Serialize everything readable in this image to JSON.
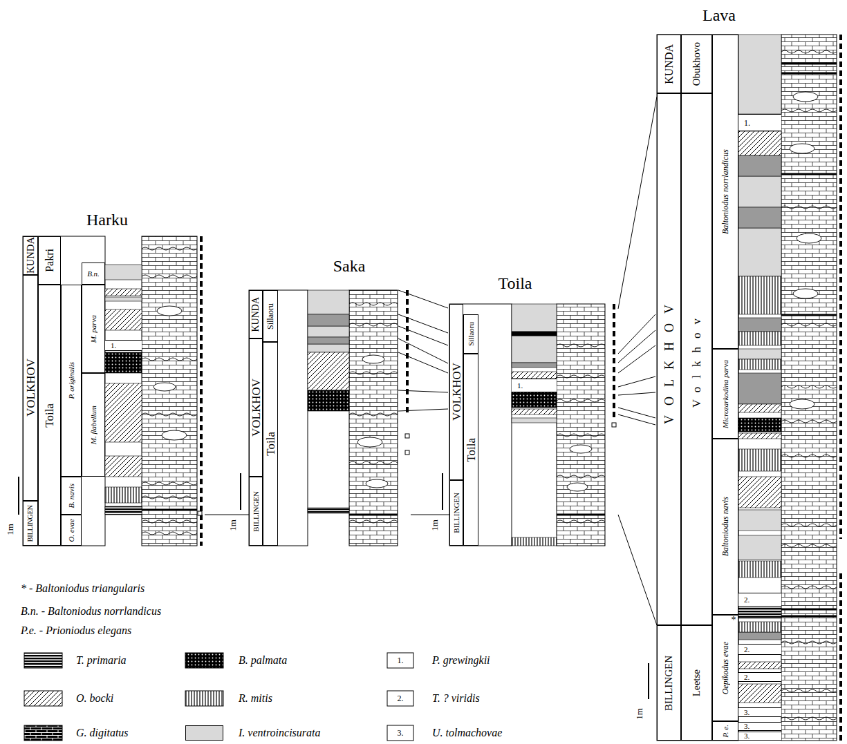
{
  "diagram": {
    "nodes": [
      {
        "text": [
          "KUNDA"
        ]
      },
      {
        "text": [
          "VOLKHOV"
        ]
      },
      {
        "text": [
          "BILLINGEN"
        ]
      },
      {
        "text": [
          "Pakri"
        ]
      },
      {
        "text": [
          "Toila"
        ]
      },
      {
        "text": [
          "B.n."
        ]
      },
      {
        "text": [
          "P. originalis"
        ]
      },
      {
        "text": [
          "M. parva"
        ]
      },
      {
        "text": [
          "M. flabellum"
        ]
      },
      {
        "text": [
          "B. navis"
        ]
      },
      {
        "text": [
          "O. evae"
        ]
      },
      {
        "text": [
          "1."
        ]
      },
      {
        "text": [
          "KUNDA"
        ]
      },
      {
        "text": [
          "VOLKHOV"
        ]
      },
      {
        "text": [
          "BILLINGEN"
        ]
      },
      {
        "text": [
          "Sillaoru"
        ]
      },
      {
        "text": [
          "Toila"
        ]
      },
      {
        "text": [
          "VOLKHOV"
        ]
      },
      {
        "text": [
          "BILLINGEN"
        ]
      },
      {
        "text": [
          "Sillaoru"
        ]
      },
      {
        "text": [
          "Toila"
        ]
      },
      {
        "text": [
          "1."
        ]
      },
      {
        "text": [
          "KUNDA"
        ]
      },
      {
        "text": [
          "VOLKHOV"
        ]
      },
      {
        "text": [
          "BILLINGEN"
        ]
      },
      {
        "text": [
          "Obukhovo"
        ]
      },
      {
        "text": [
          "Volkhov"
        ]
      },
      {
        "text": [
          "Leetse"
        ]
      },
      {
        "text": [
          "Baltoniodus norrlandicus"
        ]
      },
      {
        "text": [
          "Microzarkodina parva"
        ]
      },
      {
        "text": [
          "Baltoniodus navis"
        ]
      },
      {
        "text": [
          "Oepikodus evae"
        ]
      },
      {
        "text": [
          "P. e."
        ]
      },
      {
        "text": [
          "1."
        ]
      },
      {
        "text": [
          "2."
        ]
      },
      {
        "text": [
          "2."
        ]
      },
      {
        "text": [
          "2."
        ]
      },
      {
        "text": [
          "3."
        ]
      },
      {
        "text": [
          "3."
        ]
      },
      {
        "text": [
          "3."
        ]
      }
    ],
    "labels": [
      "Harku",
      "Saka",
      "Toila",
      "Lava",
      "1m",
      "1m",
      "1m",
      "1m",
      "* - Baltoniodus triangularis",
      "B.n. - Baltoniodus norrlandicus",
      "P.e. - Prioniodus elegans",
      "1.",
      "2.",
      "3.",
      "*"
    ],
    "legend": [
      {
        "text": "T. primaria"
      },
      {
        "text": "B. palmata"
      },
      {
        "text": "P. grewingkii"
      },
      {
        "text": "O. bocki"
      },
      {
        "text": "R. mitis"
      },
      {
        "text": "T. ? viridis"
      },
      {
        "text": "G. digitatus"
      },
      {
        "text": "I. ventroincisurata",
        "color": "#d9d9d9"
      },
      {
        "text": "U. tolmachovae"
      }
    ]
  }
}
